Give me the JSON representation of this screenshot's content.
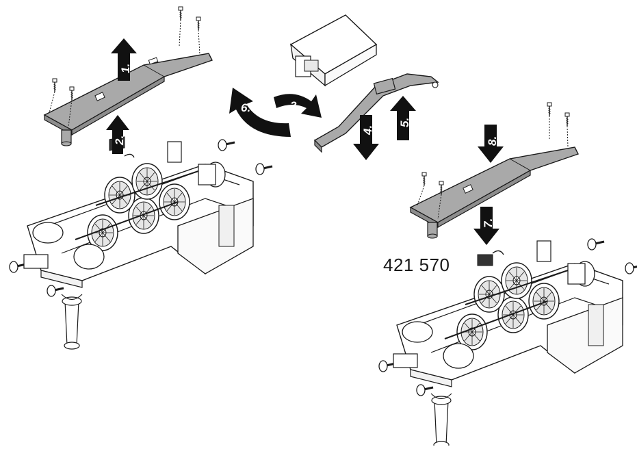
{
  "part_number": "421 570",
  "steps": [
    {
      "id": "1",
      "label": "1.",
      "direction": "up"
    },
    {
      "id": "2",
      "label": "2.",
      "direction": "up"
    },
    {
      "id": "3",
      "label": "3.",
      "direction": "curved-right"
    },
    {
      "id": "4",
      "label": "4.",
      "direction": "down"
    },
    {
      "id": "5",
      "label": "5.",
      "direction": "up"
    },
    {
      "id": "6",
      "label": "6.",
      "direction": "curved-left"
    },
    {
      "id": "7",
      "label": "7.",
      "direction": "down"
    },
    {
      "id": "8",
      "label": "8.",
      "direction": "down"
    }
  ],
  "colors": {
    "plate": "#a9a9a9",
    "line": "#1a1a1a",
    "arrow": "#111111",
    "chassis": "#ffffff"
  }
}
